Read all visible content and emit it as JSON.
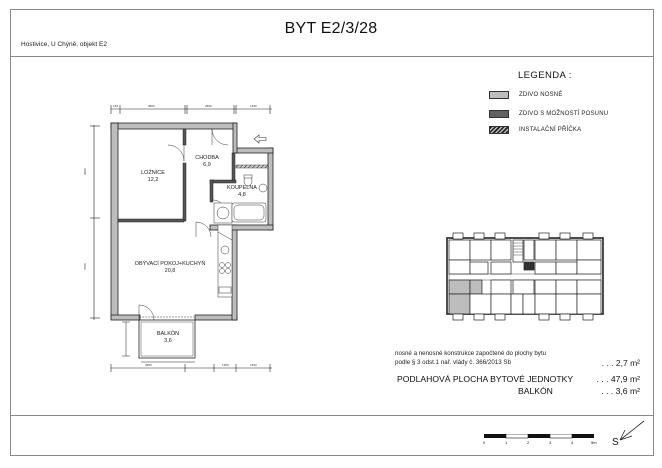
{
  "header": {
    "title": "BYT E2/3/28",
    "subtitle": "Hostivice, U Chýně, objekt E2"
  },
  "legend": {
    "title": "LEGENDA :",
    "items": [
      {
        "label": "ZDIVO NOSNÉ",
        "swatch": "light-gray",
        "color": "#bdbdbd"
      },
      {
        "label": "ZDIVO S MOŽNOSTÍ POSUNU",
        "swatch": "dark-dotted",
        "color": "#555555"
      },
      {
        "label": "INSTALAČNÍ PŘÍČKA",
        "swatch": "hatched",
        "color": "#222222"
      }
    ]
  },
  "rooms": [
    {
      "name": "LOŽNICE",
      "area": "12,2"
    },
    {
      "name": "CHODBA",
      "area": "6,9"
    },
    {
      "name": "KOUPELNA",
      "area": "4,8"
    },
    {
      "name": "OBÝVACÍ POKOJ+KUCHYŇ",
      "area": "20,8"
    },
    {
      "name": "BALKÓN",
      "area": "3,6"
    }
  ],
  "areas": {
    "note_line1": "nosné a nenosné konstrukce započtené do plochy bytu",
    "note_line2": "podle § 3 odst.1 nař. vlády č. 366/2013 Sb",
    "note_value": ". . .  2,7 m²",
    "floor_label": "PODLAHOVÁ PLOCHA BYTOVÉ JEDNOTKY",
    "floor_value": ". . .  47,9 m²",
    "balcony_label": "BALKÓN",
    "balcony_value": ". . .  3,6 m²"
  },
  "scale": {
    "ticks": [
      "0",
      "1",
      "2",
      "3",
      "4",
      "5m"
    ]
  },
  "north": {
    "label": "S"
  },
  "colors": {
    "wall_bearing": "#bdbdbd",
    "wall_outline": "#222222",
    "highlight_unit": "#bdbdbd"
  }
}
